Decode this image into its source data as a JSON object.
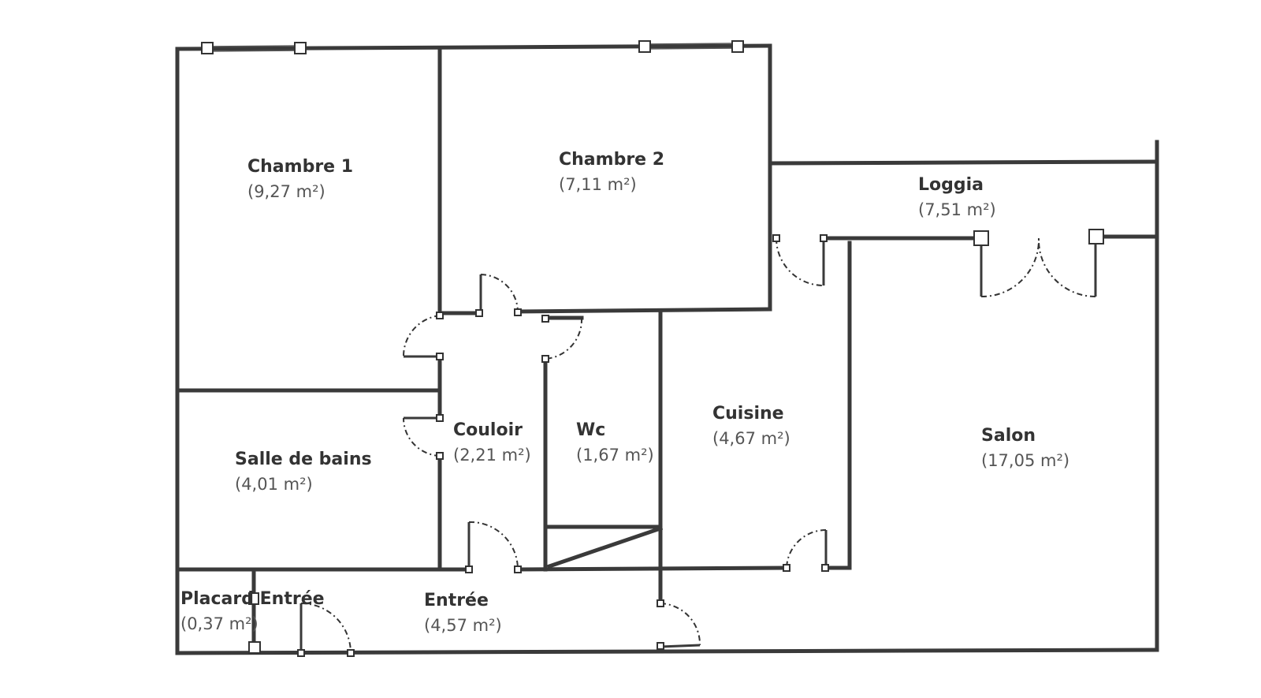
{
  "rooms": [
    {
      "name": "Chambre 1",
      "area": "(9,27 m²)"
    },
    {
      "name": "Chambre 2",
      "area": "(7,11 m²)"
    },
    {
      "name": "Loggia",
      "area": "(7,51 m²)"
    },
    {
      "name": "Couloir",
      "area": "(2,21 m²)"
    },
    {
      "name": "Wc",
      "area": "(1,67 m²)"
    },
    {
      "name": "Cuisine",
      "area": "(4,67 m²)"
    },
    {
      "name": "Salon",
      "area": "(17,05 m²)"
    },
    {
      "name": "Salle de bains",
      "area": "(4,01 m²)"
    },
    {
      "name": "Placard Entrée",
      "area": "(0,37 m²)"
    },
    {
      "name": "Entrée",
      "area": "(4,57 m²)"
    }
  ]
}
